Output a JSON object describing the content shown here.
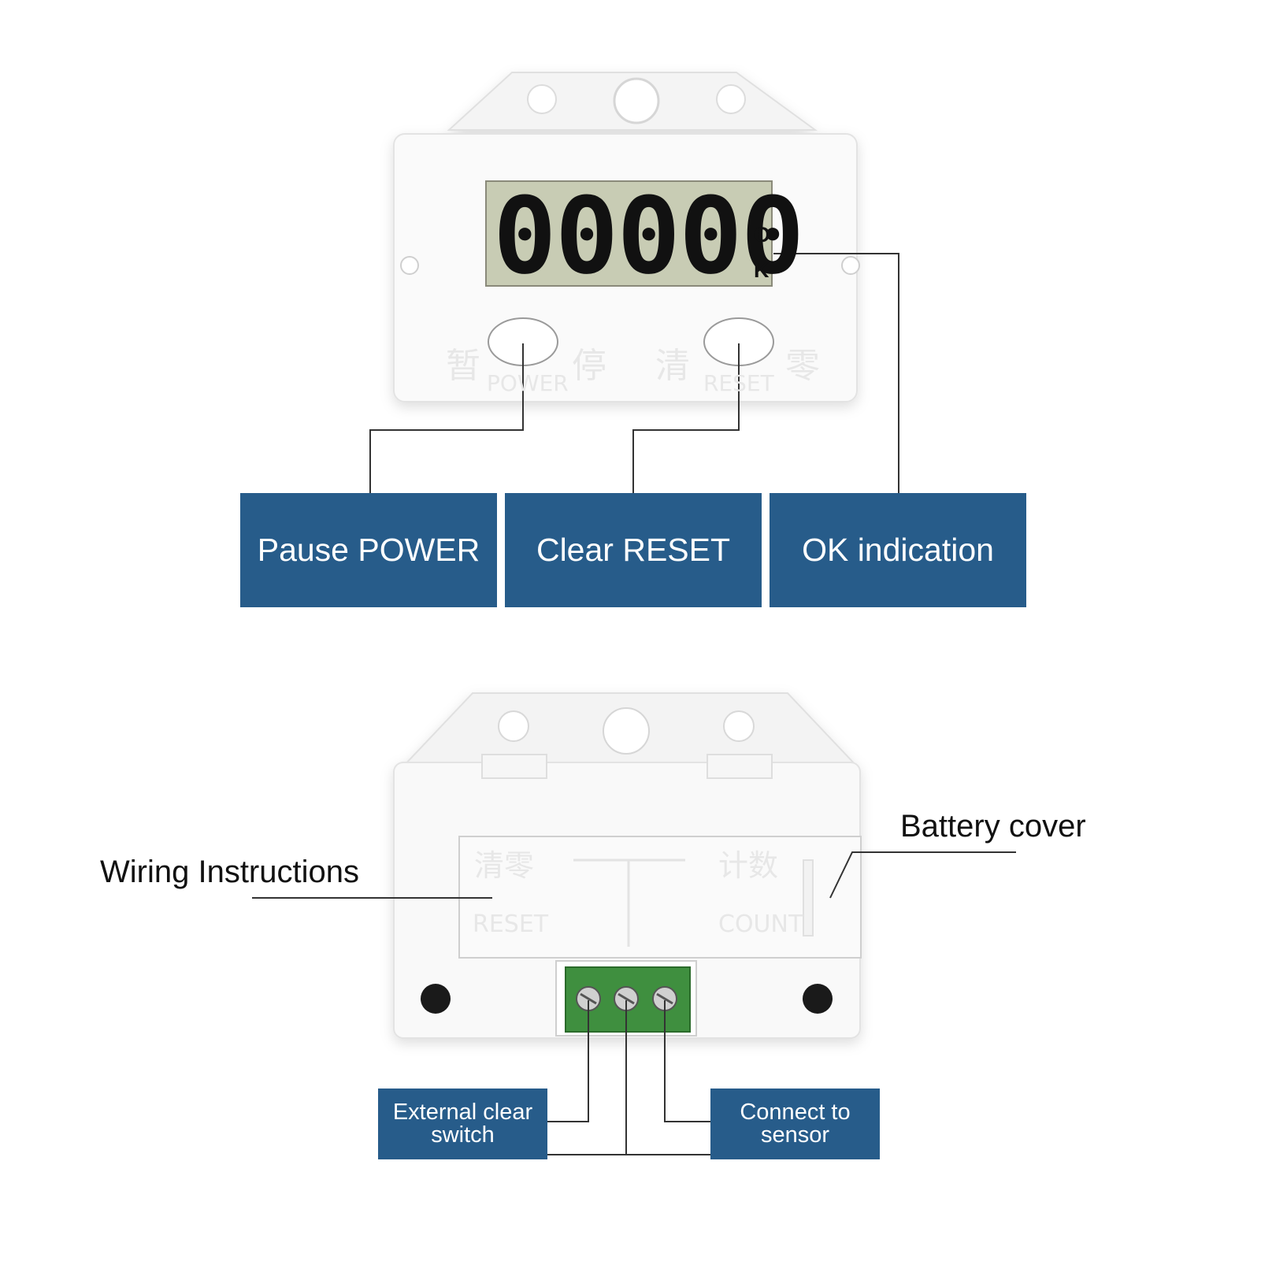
{
  "front": {
    "display_digits": "00000",
    "display_indicator": [
      "O",
      "K"
    ],
    "button_left_text": "POWER",
    "button_right_text": "RESET",
    "chars": [
      "暂",
      "停",
      "清",
      "零"
    ]
  },
  "back": {
    "cover_text_top_left": "清零",
    "cover_text_top_right": "计数",
    "cover_text_bottom_left": "RESET",
    "cover_text_bottom_right": "COUNT"
  },
  "labels": {
    "pause_power": "Pause POWER",
    "clear_reset": "Clear RESET",
    "ok_indication": "OK indication",
    "wiring_instructions": "Wiring Instructions",
    "battery_cover": "Battery cover",
    "external_clear": [
      "External clear",
      "switch"
    ],
    "connect_sensor": [
      "Connect to",
      "sensor"
    ]
  },
  "colors": {
    "label_bg": "#275c8a",
    "label_text": "#ffffff",
    "lcd_bg": "#c8ccb4",
    "device_body": "#fafafa",
    "terminal_green": "#3f8f3f"
  }
}
